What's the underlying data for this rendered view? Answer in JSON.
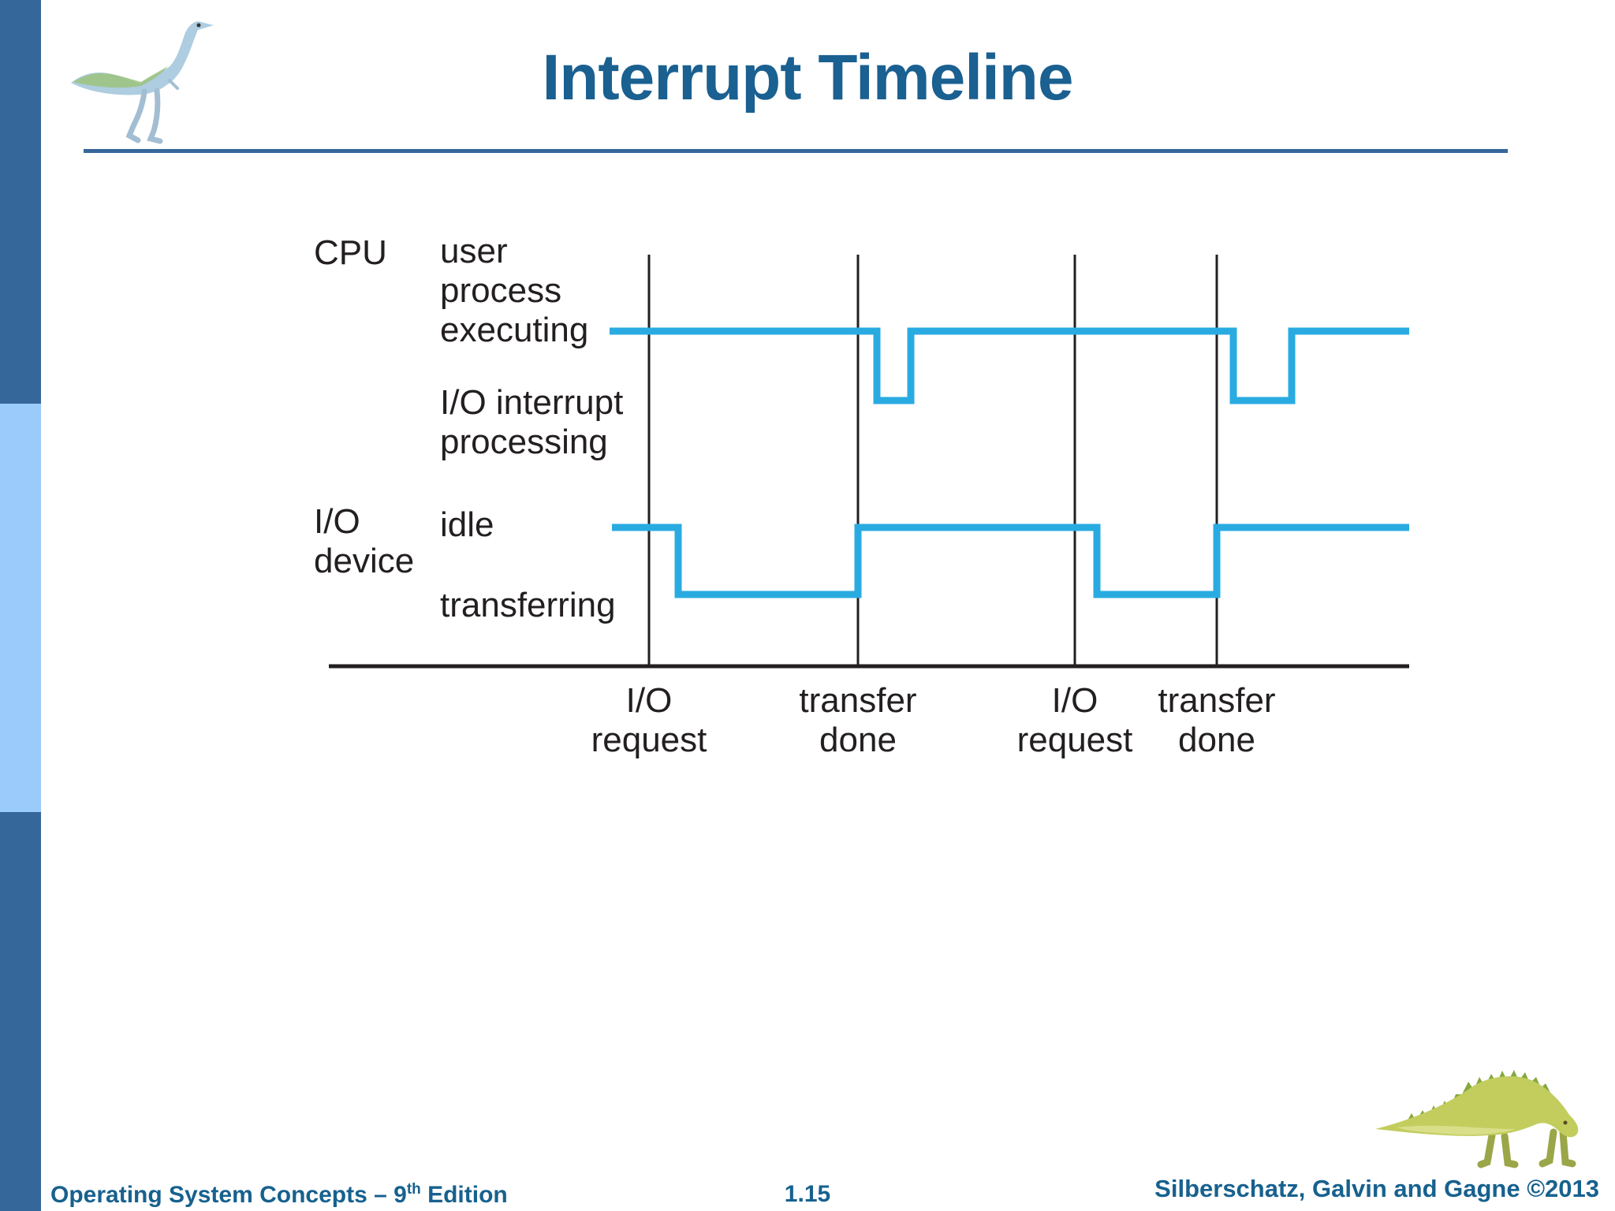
{
  "title": "Interrupt Timeline",
  "diagram": {
    "cpu": {
      "label": "CPU",
      "state_executing": "user\nprocess\nexecuting",
      "state_interrupt": "I/O interrupt\nprocessing"
    },
    "io_device": {
      "label": "I/O\ndevice",
      "state_idle": "idle",
      "state_transferring": "transferring"
    },
    "events": [
      {
        "label": "I/O\nrequest"
      },
      {
        "label": "transfer\ndone"
      },
      {
        "label": "I/O\nrequest"
      },
      {
        "label": "transfer\ndone"
      }
    ]
  },
  "footer": {
    "book": "Operating System Concepts – 9",
    "edition_sup": "th",
    "edition_suffix": " Edition",
    "page": "1.15",
    "authors": "Silberschatz, Galvin and Gagne ©2013"
  },
  "colors": {
    "sidebar_dark": "#36679B",
    "sidebar_light": "#9ACBFB",
    "title_blue": "#1A6090",
    "waveform_cyan": "#29ABE2",
    "diagram_black": "#231F20"
  }
}
